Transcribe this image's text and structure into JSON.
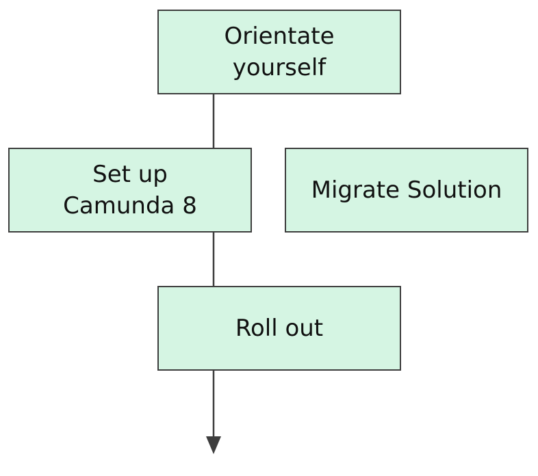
{
  "diagram": {
    "colors": {
      "node_fill": "#d5f5e3",
      "node_border": "#3d3d3d",
      "connector": "#3d3d3d",
      "text": "#111111"
    },
    "nodes": {
      "orientate": {
        "label": "Orientate\nyourself"
      },
      "setup": {
        "label": "Set up\nCamunda 8"
      },
      "migrate": {
        "label": "Migrate Solution"
      },
      "rollout": {
        "label": "Roll out"
      }
    },
    "edges": [
      {
        "from": "orientate",
        "to": "setup"
      },
      {
        "from": "setup",
        "to": "rollout"
      },
      {
        "from": "rollout",
        "to": "end",
        "arrow": true
      }
    ]
  }
}
